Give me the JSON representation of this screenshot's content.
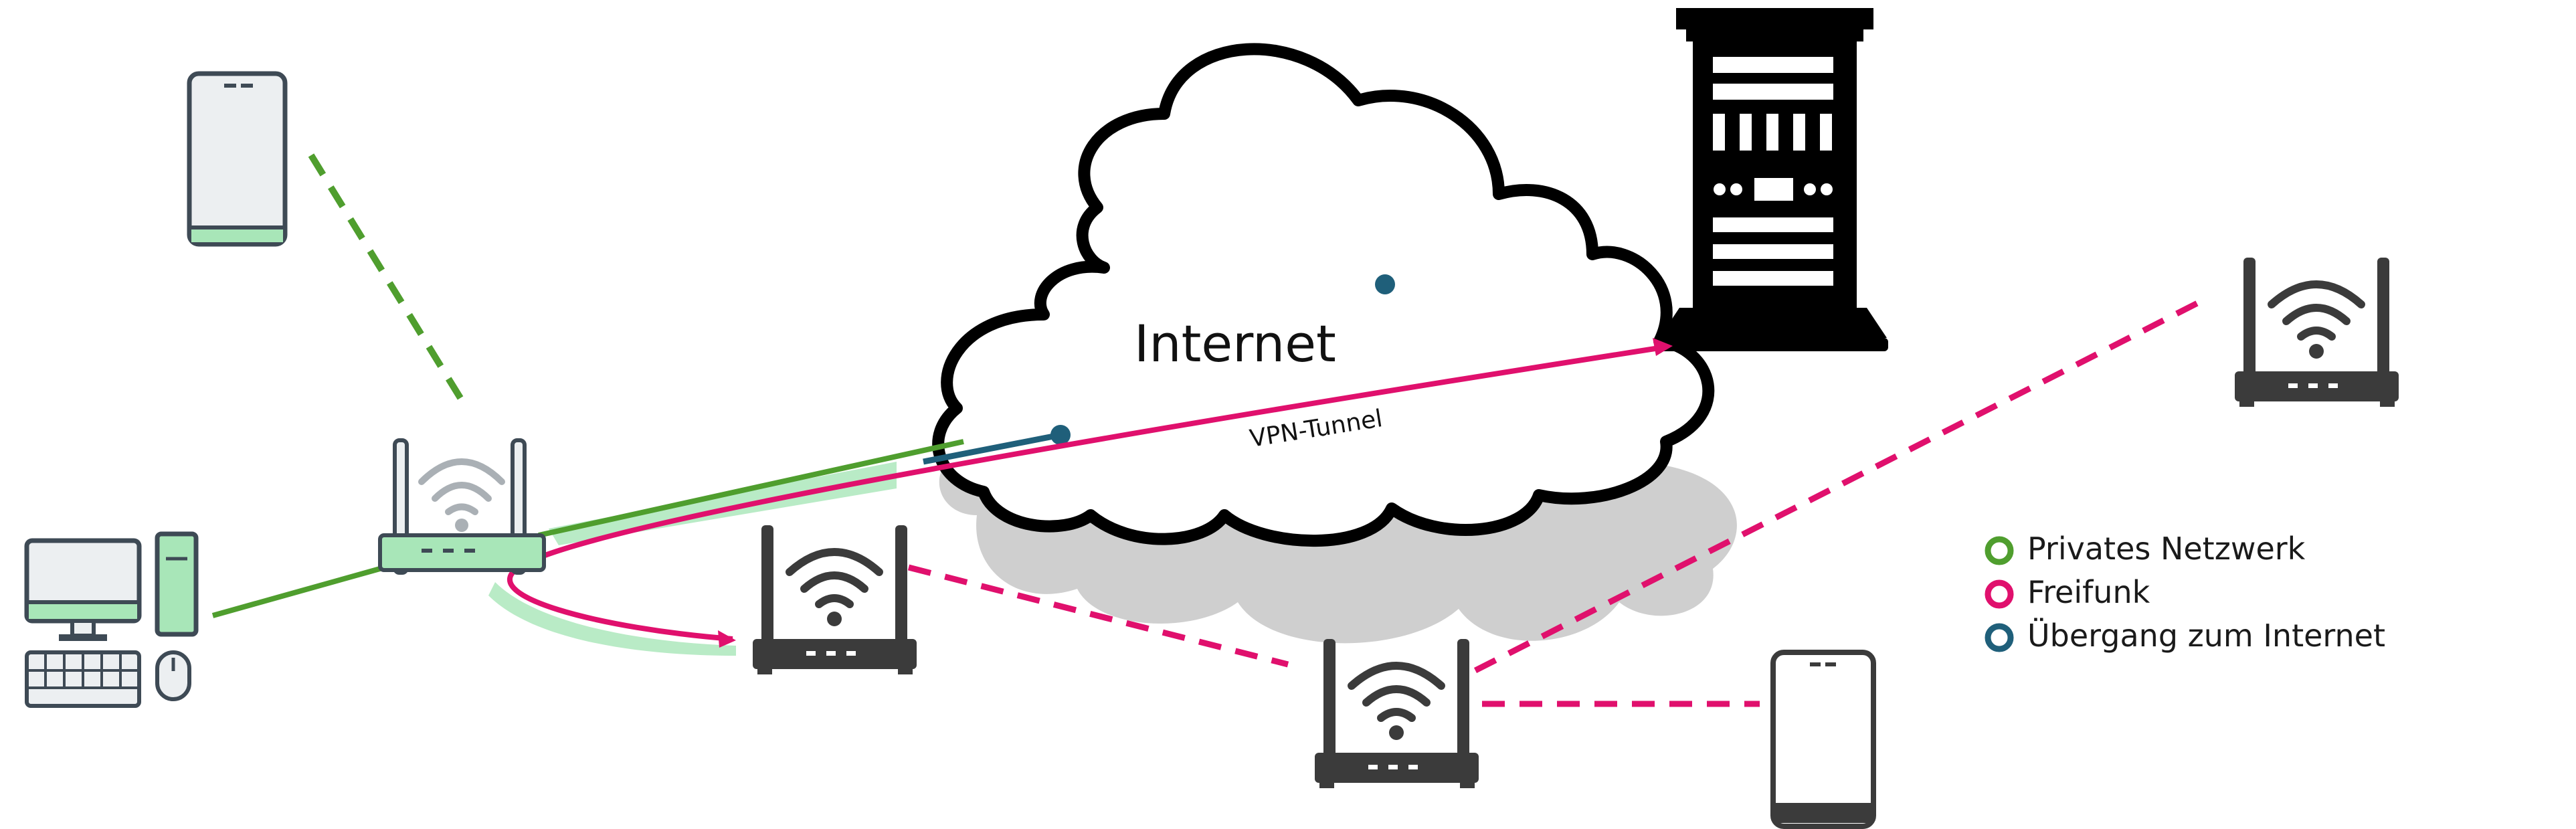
{
  "cloud": {
    "label": "Internet"
  },
  "tunnel": {
    "label": "VPN-Tunnel"
  },
  "legend": {
    "items": [
      {
        "label": "Privates Netzwerk",
        "color": "#4f9e2e"
      },
      {
        "label": "Freifunk",
        "color": "#e0106d"
      },
      {
        "label": "Übergang zum Internet",
        "color": "#1f5f7a"
      }
    ]
  },
  "colors": {
    "private": "#4f9e2e",
    "private_fill": "#a8e6b8",
    "freifunk": "#e0106d",
    "uplink": "#1f5f7a",
    "device_dark": "#3b3b3b",
    "device_outline": "#3e4a55",
    "server": "#000000",
    "cloud_shadow": "#cfcfcf"
  },
  "icons": [
    "smartphone-icon",
    "desktop-computer-icon",
    "wifi-router-icon",
    "server-rack-icon",
    "cloud-icon"
  ]
}
